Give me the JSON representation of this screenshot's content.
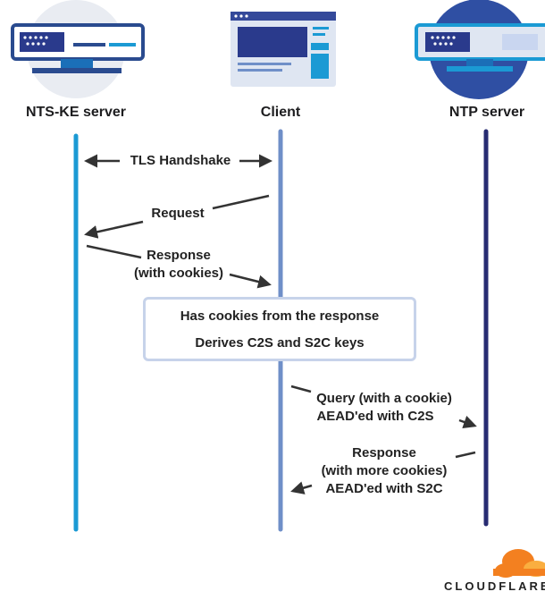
{
  "actors": {
    "nts_ke": {
      "label": "NTS-KE server",
      "color": "#1b9ad4"
    },
    "client": {
      "label": "Client",
      "color": "#6f8fc8"
    },
    "ntp": {
      "label": "NTP server",
      "color": "#272c72"
    }
  },
  "messages": {
    "tls": "TLS Handshake",
    "request": "Request",
    "response_line1": "Response",
    "response_line2": "(with cookies)",
    "query_line1": "Query (with a cookie)",
    "query_line2": "AEAD'ed with C2S",
    "resp2_line1": "Response",
    "resp2_line2": "(with more cookies)",
    "resp2_line3": "AEAD'ed with S2C"
  },
  "client_box": {
    "line1": "Has cookies from the response",
    "line2": "Derives C2S and S2C keys"
  },
  "brand": {
    "name": "CLOUDFLARE",
    "color": "#f38020"
  }
}
